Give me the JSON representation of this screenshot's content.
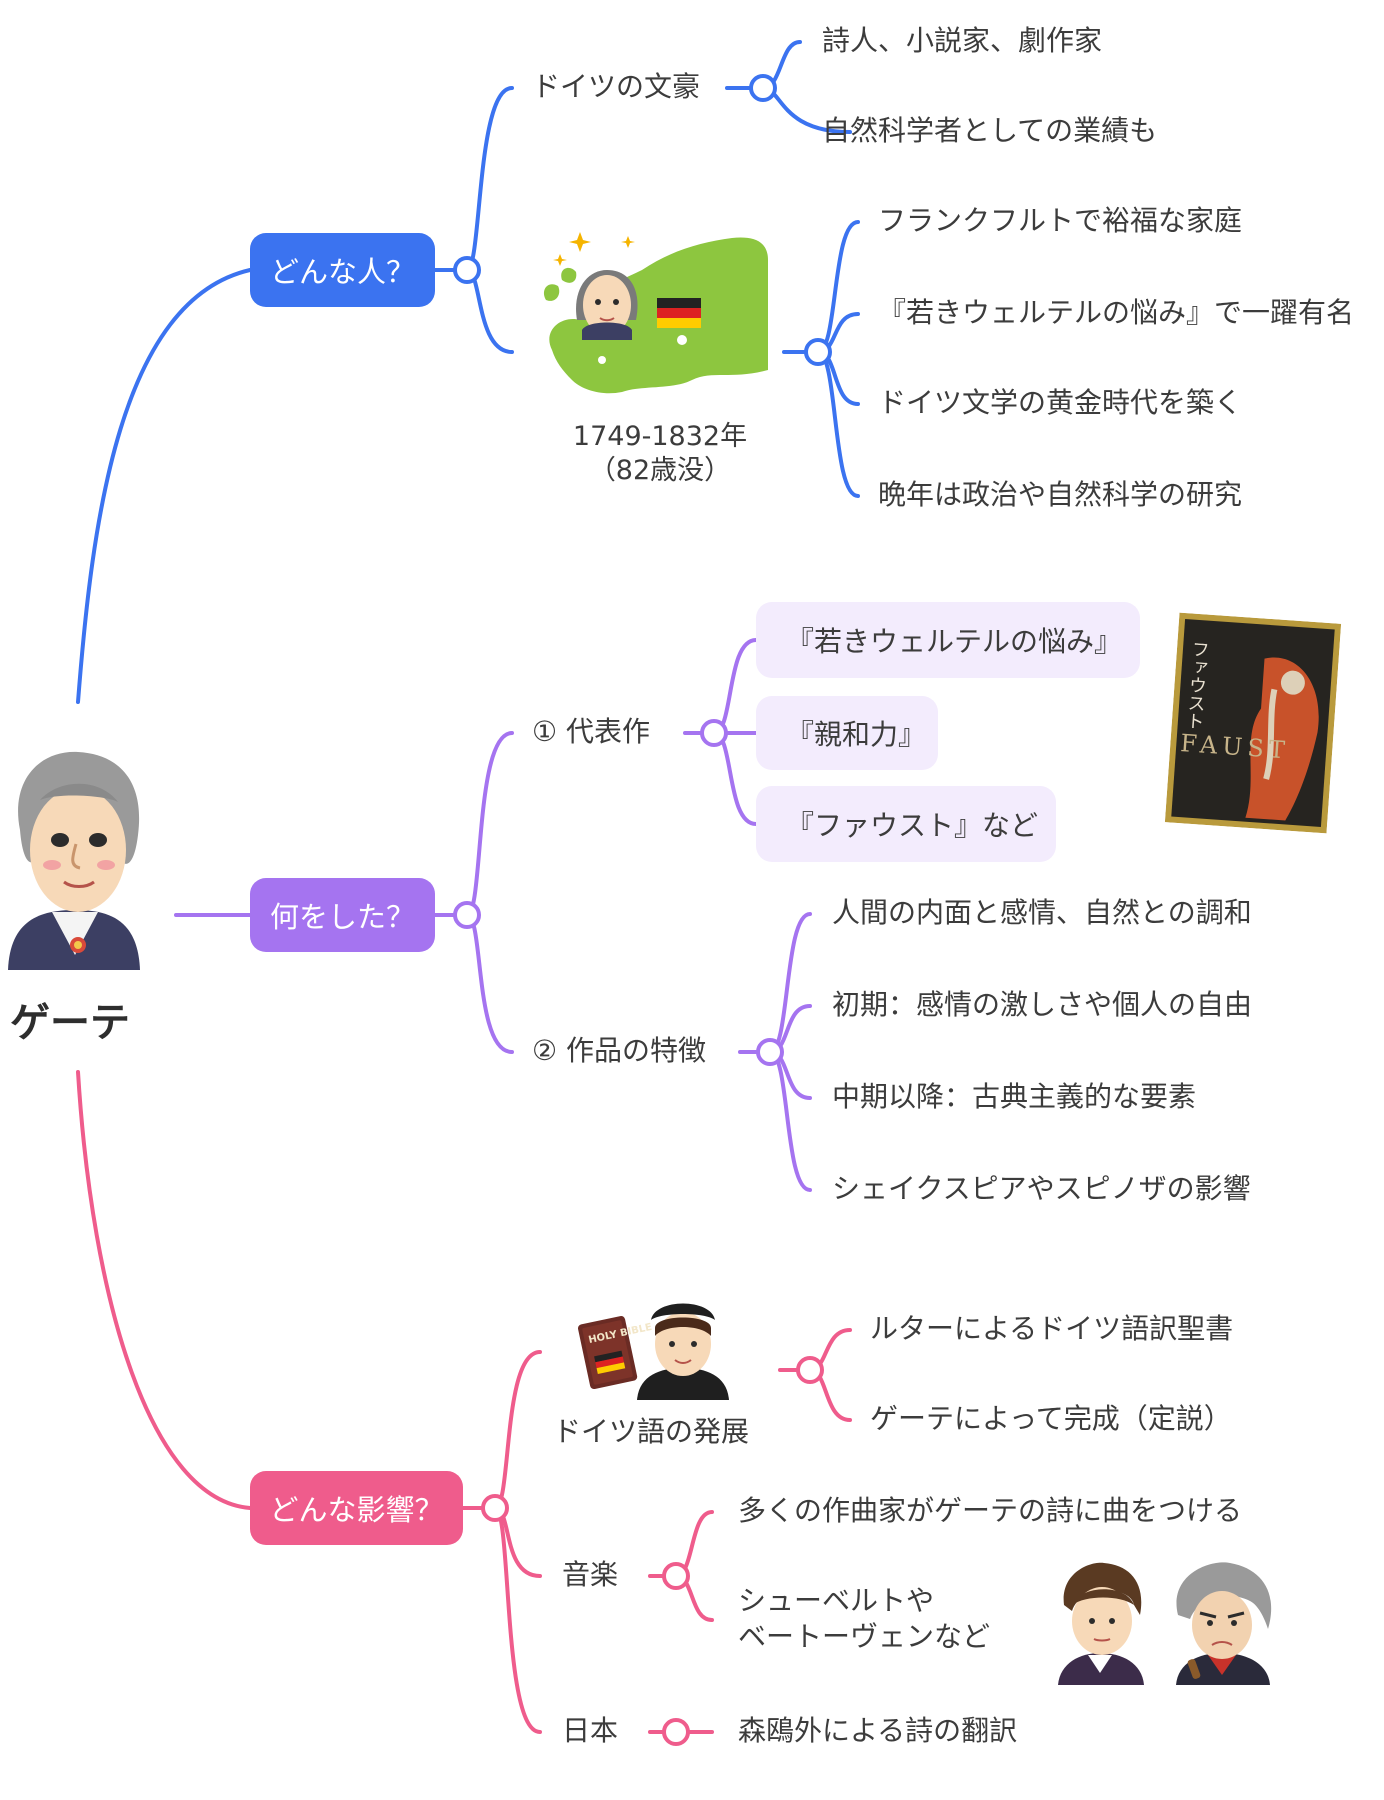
{
  "center": {
    "label": "ゲーテ",
    "icon": "goethe-portrait-icon"
  },
  "colors": {
    "blue": "#3b73f0",
    "purple": "#a574f0",
    "pink": "#ef5c8c",
    "work_bg": "#f3ecfd"
  },
  "branches": {
    "who": {
      "label": "どんな人？",
      "literary_giant": {
        "label": "ドイツの文豪",
        "items": [
          "詩人、小説家、劇作家",
          "自然科学者としての業績も"
        ]
      },
      "life": {
        "years": "1749-1832年",
        "age": "（82歳没）",
        "icon": "europe-map-germany-icon",
        "items": [
          "フランクフルトで裕福な家庭",
          "『若きウェルテルの悩み』で一躍有名",
          "ドイツ文学の黄金時代を築く",
          "晩年は政治や自然科学の研究"
        ]
      }
    },
    "what": {
      "label": "何をした？",
      "works": {
        "label": "① 代表作",
        "items": [
          "『若きウェルテルの悩み』",
          "『親和力』",
          "『ファウスト』など"
        ],
        "book_icon": "faust-book-cover-icon",
        "book_title": "ファウスト",
        "book_cover_text": "FAUST"
      },
      "features": {
        "label": "② 作品の特徴",
        "items": [
          "人間の内面と感情、自然との調和",
          "初期：感情の激しさや個人の自由",
          "中期以降：古典主義的な要素",
          "シェイクスピアやスピノザの影響"
        ]
      }
    },
    "influence": {
      "label": "どんな影響？",
      "german": {
        "label": "ドイツ語の発展",
        "icon": "luther-bible-icon",
        "bible_text": "HOLY BIBLE",
        "items": [
          "ルターによるドイツ語訳聖書",
          "ゲーテによって完成（定説）"
        ]
      },
      "music": {
        "label": "音楽",
        "icon": "composers-icon",
        "items": [
          "多くの作曲家がゲーテの詩に曲をつける",
          "シューベルトや",
          "ベートーヴェンなど"
        ]
      },
      "japan": {
        "label": "日本",
        "items": [
          "森鴎外による詩の翻訳"
        ]
      }
    }
  }
}
